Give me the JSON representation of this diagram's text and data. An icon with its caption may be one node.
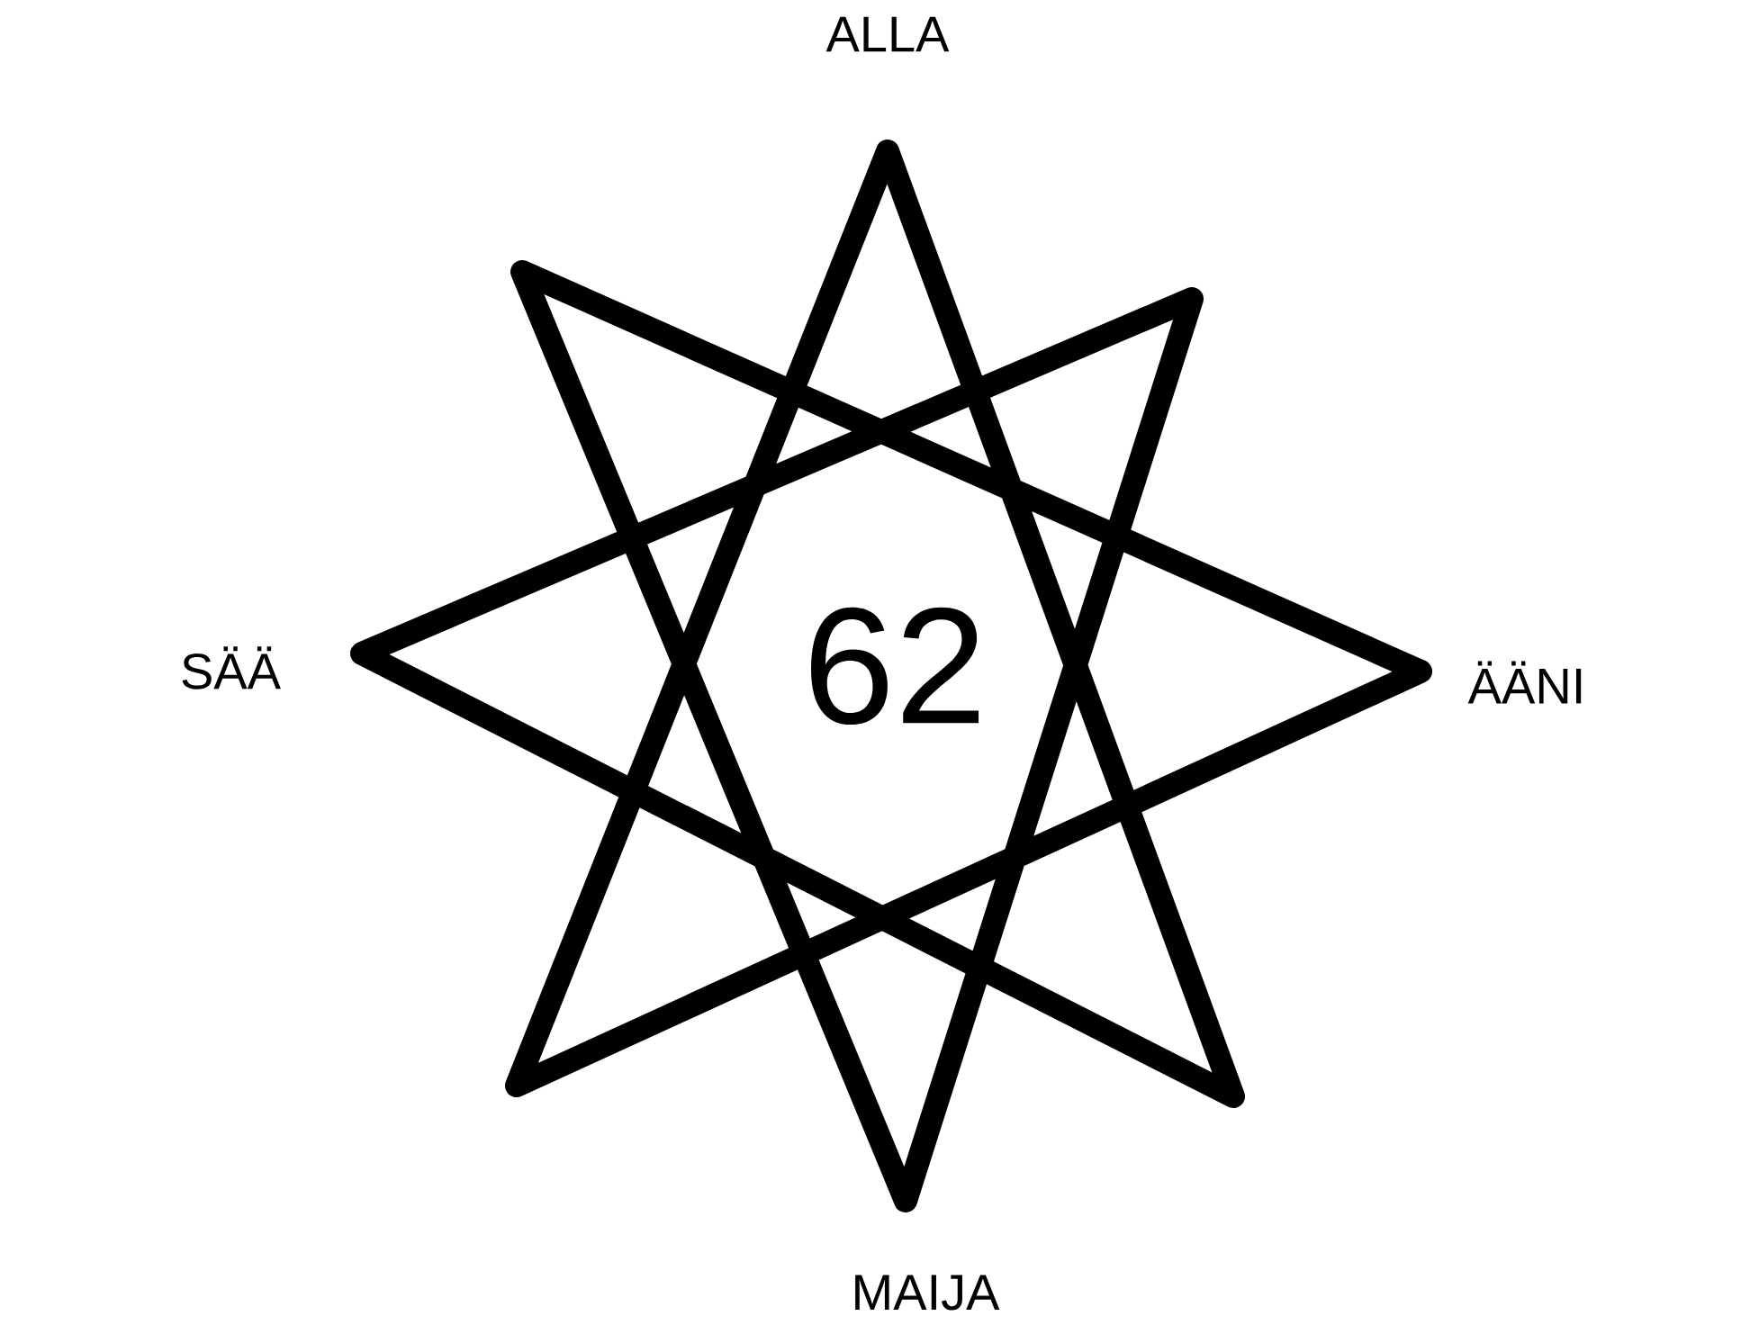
{
  "diagram": {
    "labels": [
      "ALLA",
      "SÄÄ",
      "62",
      "ÄÄNI",
      "MAIJA"
    ]
  }
}
